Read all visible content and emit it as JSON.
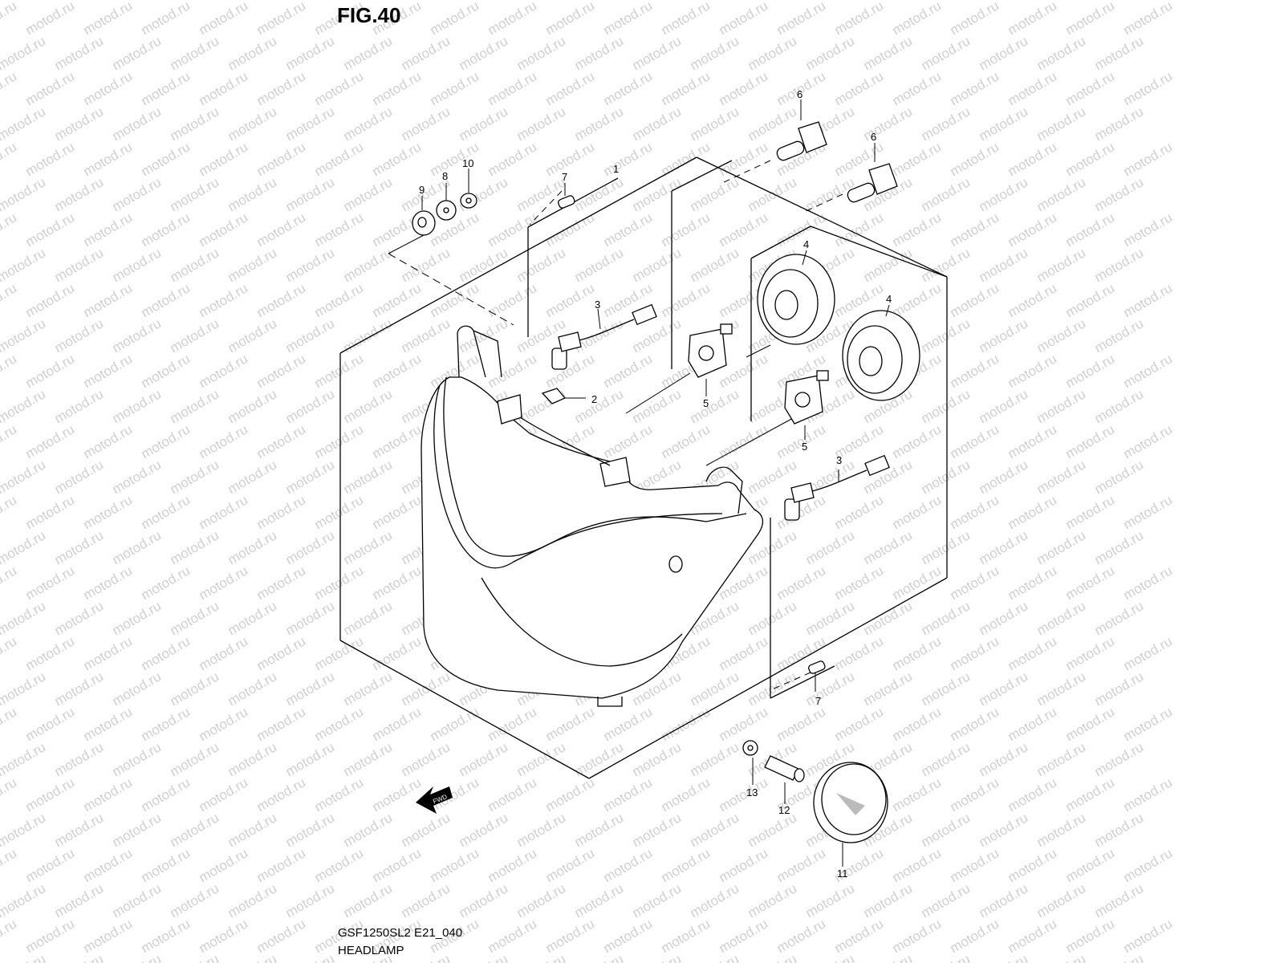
{
  "figure": {
    "title": "FIG.40"
  },
  "footer": {
    "code": "GSF1250SL2 E21_040",
    "name": "HEADLAMP"
  },
  "watermark": {
    "text": "motod.ru",
    "color": "#d0d0d0"
  },
  "fwd_arrow": {
    "text": "FWD"
  },
  "callouts": [
    {
      "id": "c1",
      "label": "1"
    },
    {
      "id": "c2",
      "label": "2"
    },
    {
      "id": "c3a",
      "label": "3"
    },
    {
      "id": "c3b",
      "label": "3"
    },
    {
      "id": "c4a",
      "label": "4"
    },
    {
      "id": "c4b",
      "label": "4"
    },
    {
      "id": "c5a",
      "label": "5"
    },
    {
      "id": "c5b",
      "label": "5"
    },
    {
      "id": "c6a",
      "label": "6"
    },
    {
      "id": "c6b",
      "label": "6"
    },
    {
      "id": "c7a",
      "label": "7"
    },
    {
      "id": "c7b",
      "label": "7"
    },
    {
      "id": "c8",
      "label": "8"
    },
    {
      "id": "c9",
      "label": "9"
    },
    {
      "id": "c10",
      "label": "10"
    },
    {
      "id": "c11",
      "label": "11"
    },
    {
      "id": "c12",
      "label": "12"
    },
    {
      "id": "c13",
      "label": "13"
    }
  ]
}
